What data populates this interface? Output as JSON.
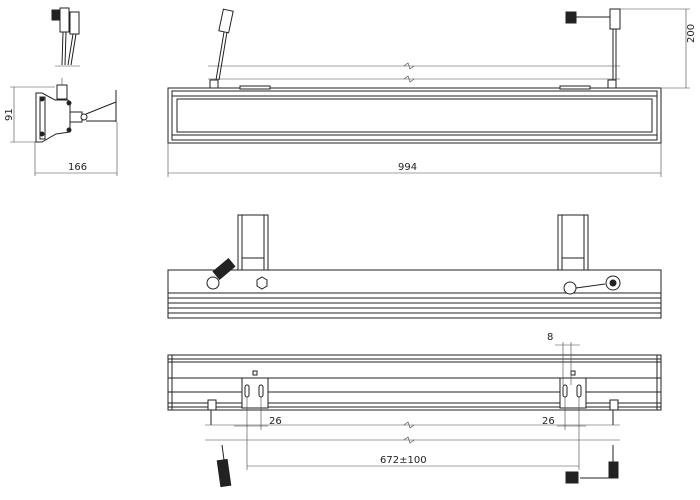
{
  "drawing": {
    "dimensions": {
      "height_side": "91",
      "width_side": "166",
      "length": "994",
      "cable_height": "200",
      "slot_width": "8",
      "bracket_offset_left": "26",
      "bracket_offset_right": "26",
      "bracket_spacing": "672±100"
    },
    "line_color": "#222222",
    "background": "#ffffff"
  }
}
